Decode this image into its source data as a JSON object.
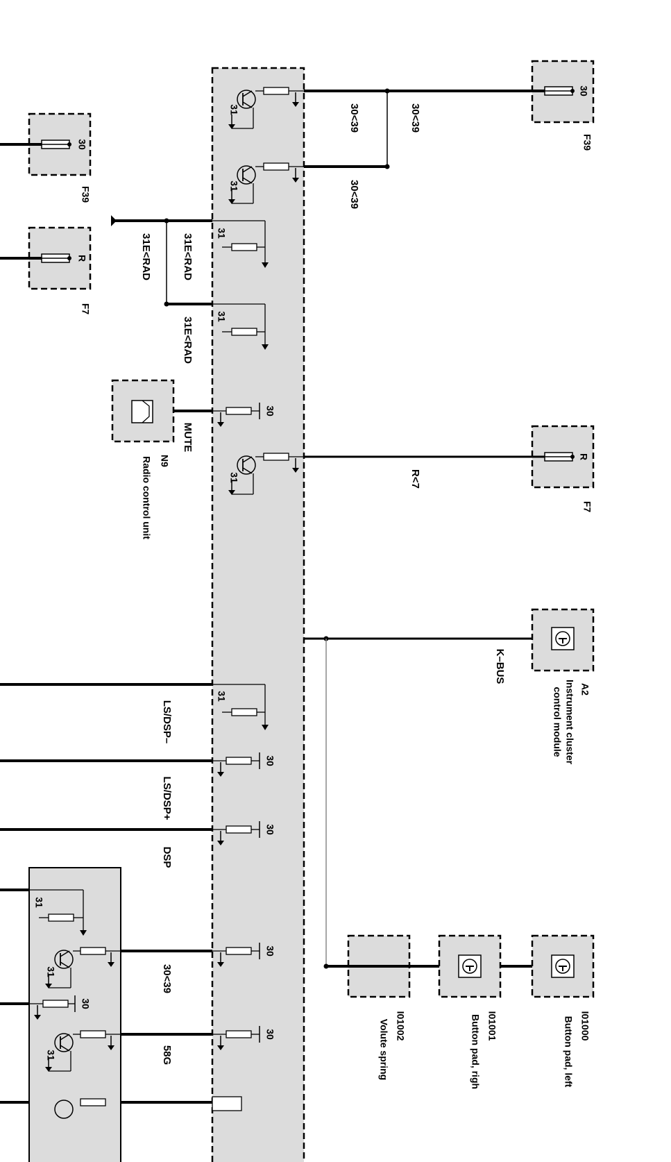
{
  "components": {
    "f39_right": {
      "pin": "30",
      "id": "F39"
    },
    "f7_right": {
      "pin": "R",
      "id": "F7"
    },
    "f39_left": {
      "pin": "30",
      "id": "F39"
    },
    "f7_left": {
      "pin": "R",
      "id": "F7"
    },
    "a2": {
      "id": "A2",
      "line1": "Instrument cluster",
      "line2": "control module"
    },
    "n9": {
      "id": "N9",
      "name": "Radio control unit"
    },
    "i01000": {
      "id": "I01000",
      "name": "Button pad, left"
    },
    "i01001": {
      "id": "I01001",
      "name": "Button pad, righ"
    },
    "i01002": {
      "id": "I01002",
      "name": "Volute spring"
    }
  },
  "wires": {
    "w1": "30<39",
    "w2": "30<39",
    "w3": "30<39",
    "w4": "31E<RAD",
    "w5": "31E<RAD",
    "w6": "31E<RAD",
    "mute": "MUTE",
    "r7": "R<7",
    "kbus": "K–BUS",
    "ls_minus": "LS/DSP–",
    "ls_plus": "LS/DSP+",
    "dsp": "DSP",
    "w_3039_bottom": "30<39",
    "w_58g": "58G"
  },
  "pins": {
    "p31": "31",
    "p30": "30"
  }
}
